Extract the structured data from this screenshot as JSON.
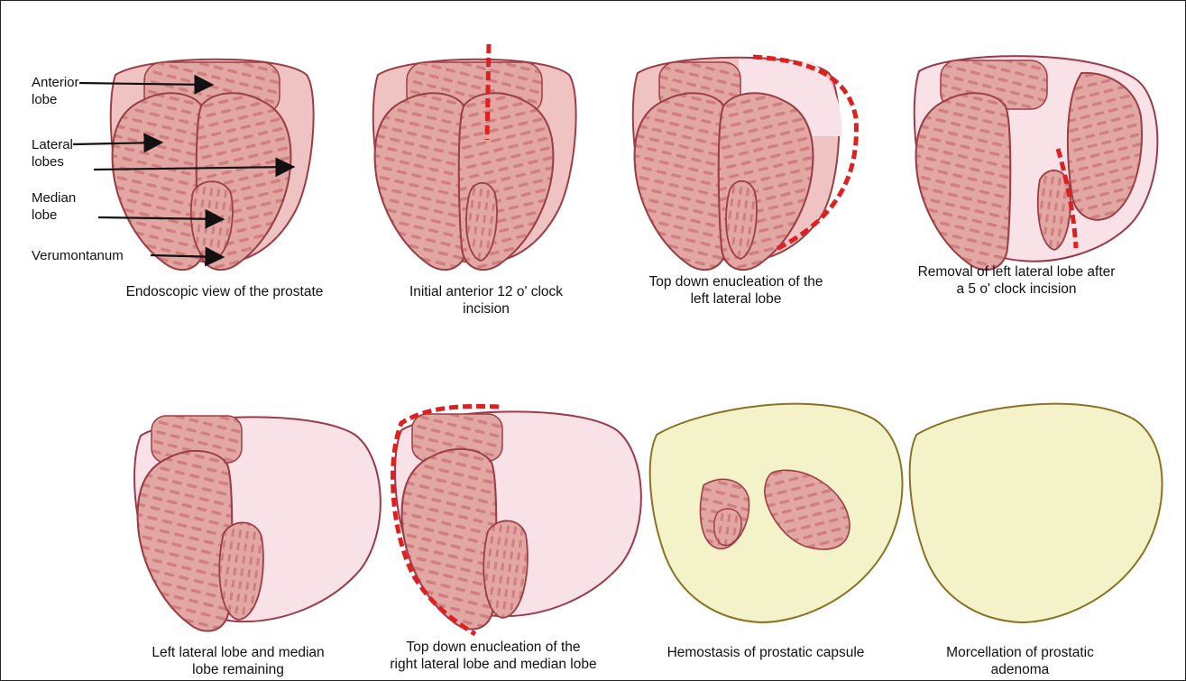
{
  "labels": {
    "anterior": "Anterior\nlobe",
    "lateral": "Lateral\nlobes",
    "median": "Median\nlobe",
    "verumontanum": "Verumontanum"
  },
  "panels": [
    {
      "caption": "Endoscopic view of the prostate"
    },
    {
      "caption": "Initial anterior 12 o' clock\nincision"
    },
    {
      "caption": "Top down enucleation of the\nleft lateral lobe"
    },
    {
      "caption": "Removal of left lateral lobe after\na 5 o' clock incision"
    },
    {
      "caption": "Left lateral lobe and median\nlobe remaining"
    },
    {
      "caption": "Top down enucleation of the\nright lateral lobe and median lobe"
    },
    {
      "caption": "Hemostasis of prostatic capsule"
    },
    {
      "caption": "Morcellation of prostatic\nadenoma"
    }
  ],
  "colors": {
    "lobe_fill": "#e3a7a3",
    "lobe_stroke": "#9a3f45",
    "stripe": "#cf7f80",
    "capsule_fill": "#f8e2e8",
    "capsule_stroke": "#9b3a4a",
    "cavity_fill": "#f4f2c9",
    "cavity_stroke": "#8a7326",
    "incision": "#e02020",
    "arrow": "#111111"
  }
}
